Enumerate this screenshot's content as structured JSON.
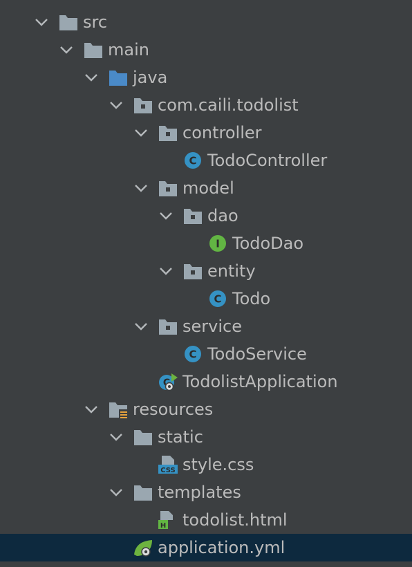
{
  "project_tree": {
    "nodes": [
      {
        "label": "src",
        "icon": "folder-icon",
        "expanded": true
      },
      {
        "label": "main",
        "icon": "folder-icon",
        "expanded": true
      },
      {
        "label": "java",
        "icon": "source-root-folder-icon",
        "expanded": true
      },
      {
        "label": "com.caili.todolist",
        "icon": "package-icon",
        "expanded": true
      },
      {
        "label": "controller",
        "icon": "package-icon",
        "expanded": true
      },
      {
        "label": "TodoController",
        "icon": "class-icon",
        "icon_letter": "C"
      },
      {
        "label": "model",
        "icon": "package-icon",
        "expanded": true
      },
      {
        "label": "dao",
        "icon": "package-icon",
        "expanded": true
      },
      {
        "label": "TodoDao",
        "icon": "interface-icon",
        "icon_letter": "I"
      },
      {
        "label": "entity",
        "icon": "package-icon",
        "expanded": true
      },
      {
        "label": "Todo",
        "icon": "class-icon",
        "icon_letter": "C"
      },
      {
        "label": "service",
        "icon": "package-icon",
        "expanded": true
      },
      {
        "label": "TodoService",
        "icon": "class-icon",
        "icon_letter": "C"
      },
      {
        "label": "TodolistApplication",
        "icon": "spring-boot-class-icon"
      },
      {
        "label": "resources",
        "icon": "resources-folder-icon",
        "expanded": true
      },
      {
        "label": "static",
        "icon": "folder-icon",
        "expanded": true
      },
      {
        "label": "style.css",
        "icon": "css-file-icon",
        "icon_letter": "CSS"
      },
      {
        "label": "templates",
        "icon": "folder-icon",
        "expanded": true
      },
      {
        "label": "todolist.html",
        "icon": "html-file-icon",
        "icon_letter": "H"
      },
      {
        "label": "application.yml",
        "icon": "spring-yml-file-icon",
        "selected": true
      }
    ]
  },
  "colors": {
    "background": "#3c3f41",
    "text": "#bbbbbb",
    "selection": "#0d293e",
    "chevron": "#b4b8bb",
    "folder": "#9aa7b0",
    "source_folder": "#4a8ac8",
    "class_icon": "#3592c4",
    "interface_icon": "#62b543",
    "css_icon": "#3592c4",
    "html_icon": "#62b543",
    "spring_green": "#6db33f"
  }
}
